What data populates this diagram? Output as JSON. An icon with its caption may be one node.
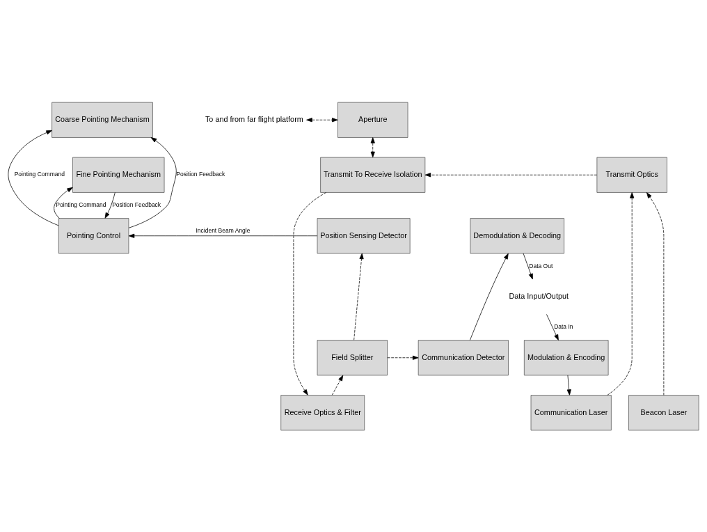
{
  "diagram": {
    "nodes": [
      {
        "text": [
          "To and from far flight platform"
        ]
      },
      {
        "text": [
          "Aperture"
        ]
      },
      {
        "text": [
          "Coarse Pointing Mechanism"
        ]
      },
      {
        "text": [
          "Fine Pointing Mechanism"
        ]
      },
      {
        "text": [
          "Transmit Optics"
        ]
      },
      {
        "text": [
          "Transmit To Receive Isolation"
        ]
      },
      {
        "text": [
          "Communication Laser"
        ]
      },
      {
        "text": [
          "Beacon Laser"
        ]
      },
      {
        "text": [
          "Receive Optics & Filter"
        ]
      },
      {
        "text": [
          "Modulation & Encoding"
        ]
      },
      {
        "text": [
          "Communication Detector"
        ]
      },
      {
        "text": [
          "Field Splitter"
        ]
      },
      {
        "text": [
          "Demodulation & Decoding"
        ]
      },
      {
        "text": [
          "Position Sensing Detector"
        ]
      },
      {
        "text": [
          "Pointing Control"
        ]
      },
      {
        "text": [
          "Data Input/Output"
        ]
      }
    ],
    "edges": [
      {
        "from": 0,
        "to": 1,
        "arrow": "both",
        "style": "dashed"
      },
      {
        "from": 1,
        "to": 5,
        "arrow": "both",
        "style": "dashed"
      },
      {
        "from": 6,
        "to": 4,
        "arrow": "to",
        "style": "dashed"
      },
      {
        "from": 7,
        "to": 4,
        "arrow": "to",
        "style": "dashed"
      },
      {
        "from": 4,
        "to": 5,
        "arrow": "to",
        "style": "dashed"
      },
      {
        "from": 5,
        "to": 8,
        "arrow": "to",
        "style": "dashed"
      },
      {
        "from": 8,
        "to": 11,
        "arrow": "to",
        "style": "dashed"
      },
      {
        "from": 11,
        "to": 10,
        "arrow": "to",
        "style": "dashed"
      },
      {
        "from": 11,
        "to": 13,
        "arrow": "to",
        "style": "dashed"
      },
      {
        "from": 9,
        "to": 6,
        "arrow": "to"
      },
      {
        "from": 10,
        "to": 12,
        "arrow": "to"
      },
      {
        "from": 15,
        "to": 9,
        "arrow": "to",
        "label": "Data In"
      },
      {
        "from": 12,
        "to": 15,
        "arrow": "to",
        "label": "Data Out"
      },
      {
        "from": 3,
        "to": 14,
        "arrow": "to",
        "label": "Position Feedback"
      },
      {
        "from": 14,
        "to": 3,
        "arrow": "to",
        "label": "Pointing Command"
      },
      {
        "from": 14,
        "to": 2,
        "arrow": "to",
        "label": "Position Feedback"
      },
      {
        "from": 14,
        "to": 2,
        "arrow": "to",
        "label": "Pointing Command"
      },
      {
        "from": 13,
        "to": 14,
        "arrow": "to",
        "label": "Incident Beam Angle"
      }
    ]
  }
}
